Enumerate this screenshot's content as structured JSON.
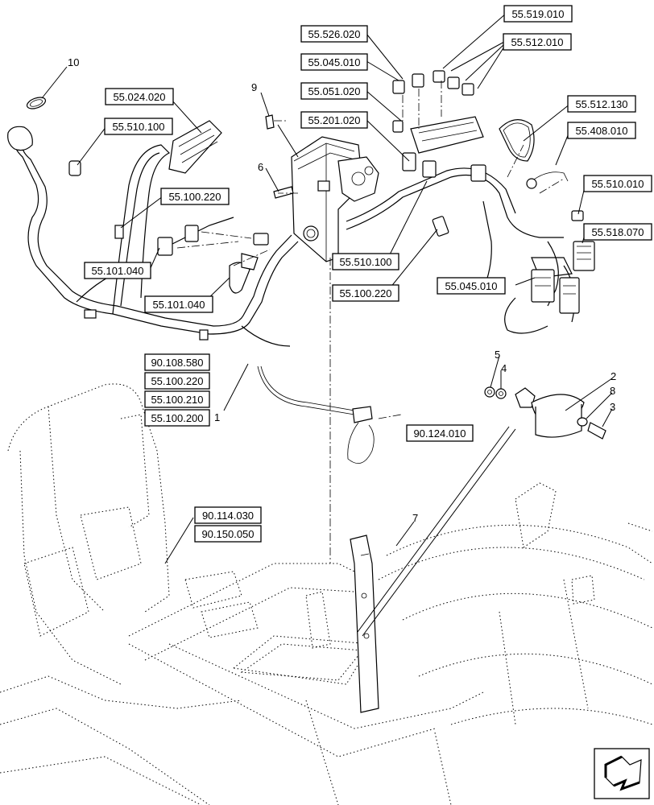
{
  "diagram": {
    "ref_labels": [
      "55.519.010",
      "55.526.020",
      "55.512.010",
      "55.045.010",
      "55.051.020",
      "55.201.020",
      "55.512.130",
      "55.408.010",
      "55.024.020",
      "55.510.100",
      "55.100.220",
      "55.510.010",
      "55.518.070",
      "55.101.040",
      "55.101.040",
      "55.510.100",
      "55.045.010",
      "55.100.220",
      "90.108.580",
      "55.100.220",
      "55.100.210",
      "55.100.200",
      "90.124.010",
      "90.114.030",
      "90.150.050"
    ],
    "item_numbers": [
      "10",
      "9",
      "6",
      "1",
      "5",
      "4",
      "2",
      "8",
      "3",
      "7"
    ]
  }
}
